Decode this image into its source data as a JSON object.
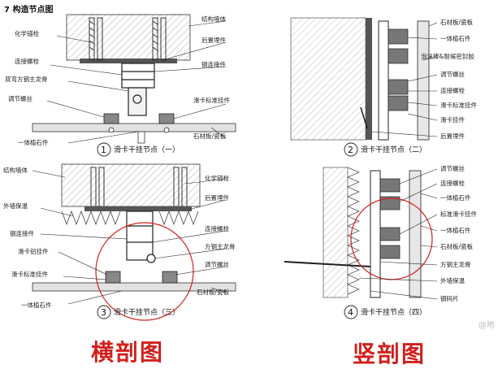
{
  "title": "7 构造节点图",
  "panels": [
    {
      "number": "1",
      "caption": "滑卡干挂节点（一）",
      "left_labels": [
        "化学锚栓",
        "连接螺栓",
        "双弯方钢主龙骨",
        "调节螺丝",
        "一体植石件"
      ],
      "right_labels": [
        "结构墙体",
        "后置埋件",
        "钢连接件",
        "滑卡标准挂件",
        "石材板/瓷板"
      ]
    },
    {
      "number": "2",
      "caption": "滑卡干挂节点（二）",
      "right_labels": [
        "石材板/瓷板",
        "一体植石件",
        "泡沫棒&耐候密封胶",
        "调节螺丝",
        "连接螺栓",
        "滑卡标准挂件",
        "滑卡挂件",
        "后置埋件"
      ]
    },
    {
      "number": "3",
      "caption": "滑卡干挂节点（三）",
      "left_labels": [
        "结构墙体",
        "外墙保温",
        "钢连接件",
        "滑卡铝挂件",
        "滑卡标准挂件",
        "一体植石件"
      ],
      "right_labels": [
        "化学锚栓",
        "后置埋件",
        "连接螺栓",
        "方钢主龙骨",
        "调节螺丝",
        "石材板/瓷板"
      ]
    },
    {
      "number": "4",
      "caption": "滑卡干挂节点（四）",
      "right_labels": [
        "调节螺丝",
        "连接螺栓",
        "一体植石件",
        "标准滑卡挂件",
        "一体植石件",
        "石材板/瓷板",
        "方钢主龙骨",
        "外墙保温",
        "钢码片"
      ]
    }
  ],
  "bottom_captions": {
    "left": "横剖图",
    "right": "竖剖图"
  },
  "watermark": "@地",
  "colors": {
    "accent_red": "#d2201c",
    "line": "#222222"
  }
}
